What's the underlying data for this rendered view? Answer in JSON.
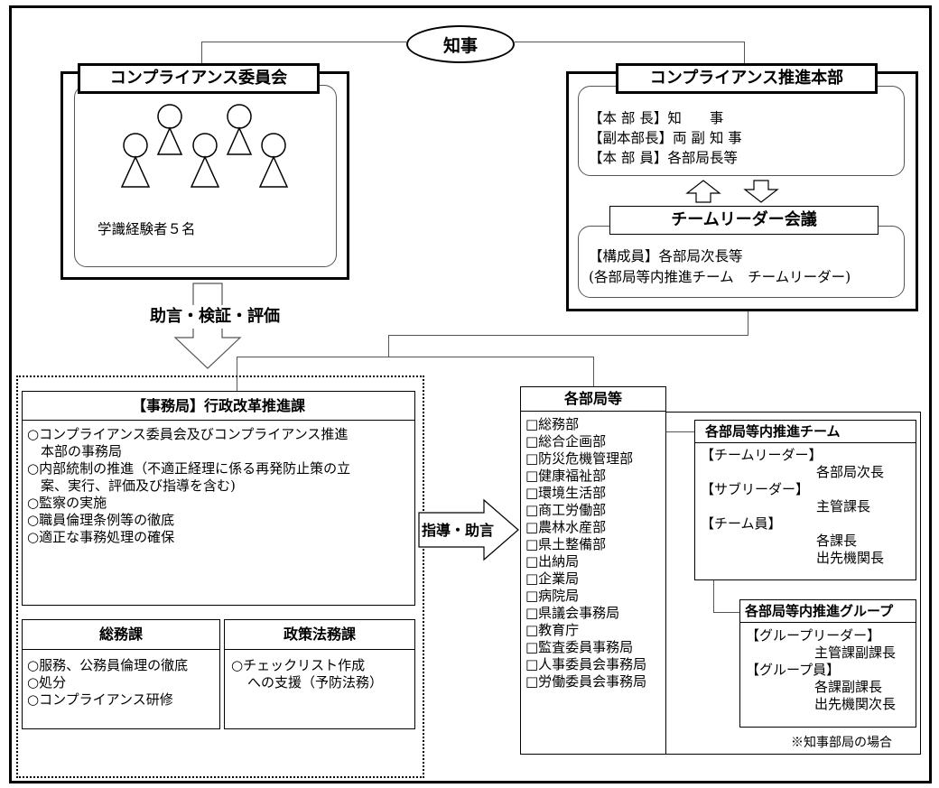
{
  "governor": "知事",
  "committee": {
    "title": "コンプライアンス委員会",
    "members": "学識経験者５名"
  },
  "hq": {
    "title": "コンプライアンス推進本部",
    "rows": [
      "【本 部 長】知　　事",
      "【副本部長】両 副 知 事",
      "【本 部 員】各部局長等"
    ]
  },
  "team_leader_meeting": {
    "title": "チームリーダー会議",
    "rows": [
      "【構成員】各部局次長等",
      "(各部局等内推進チーム　チームリーダー)"
    ]
  },
  "advice_label": "助言・検証・評価",
  "guidance_label": "指導・助言",
  "secretariat": {
    "title": "【事務局】行政改革推進課",
    "lines": [
      "○コンプライアンス委員会及びコンプライアンス推進",
      "　本部の事務局",
      "○内部統制の推進（不適正経理に係る再発防止策の立",
      "　案、実行、評価及び指導を含む)",
      "○監察の実施",
      "○職員倫理条例等の徹底",
      "○適正な事務処理の確保"
    ]
  },
  "general_affairs": {
    "title": "総務課",
    "lines": [
      "○服務、公務員倫理の徹底",
      "○処分",
      "○コンプライアンス研修"
    ]
  },
  "policy_legal": {
    "title": "政策法務課",
    "lines": [
      "○チェックリスト作成",
      "への支援（予防法務）"
    ]
  },
  "departments": {
    "title": "各部局等",
    "items": [
      "□総務部",
      "□総合企画部",
      "□防災危機管理部",
      "□健康福祉部",
      "□環境生活部",
      "□商工労働部",
      "□農林水産部",
      "□県土整備部",
      "□出納局",
      "□企業局",
      "□病院局",
      "□県議会事務局",
      "□教育庁",
      "□監査委員事務局",
      "□人事委員会事務局",
      "□労働委員会事務局"
    ]
  },
  "promo_team": {
    "title": "各部局等内推進チーム",
    "lines": [
      "【チームリーダー】",
      "各部局次長",
      "【サブリーダー】",
      "主管課長",
      "【チーム員】",
      "各課長",
      "出先機関長"
    ]
  },
  "promo_group": {
    "title": "各部局等内推進グループ",
    "lines": [
      "【グループリーダー】",
      "主管課副課長",
      "【グループ員】",
      "各課副課長",
      "出先機関次長"
    ]
  },
  "note": "※知事部局の場合"
}
